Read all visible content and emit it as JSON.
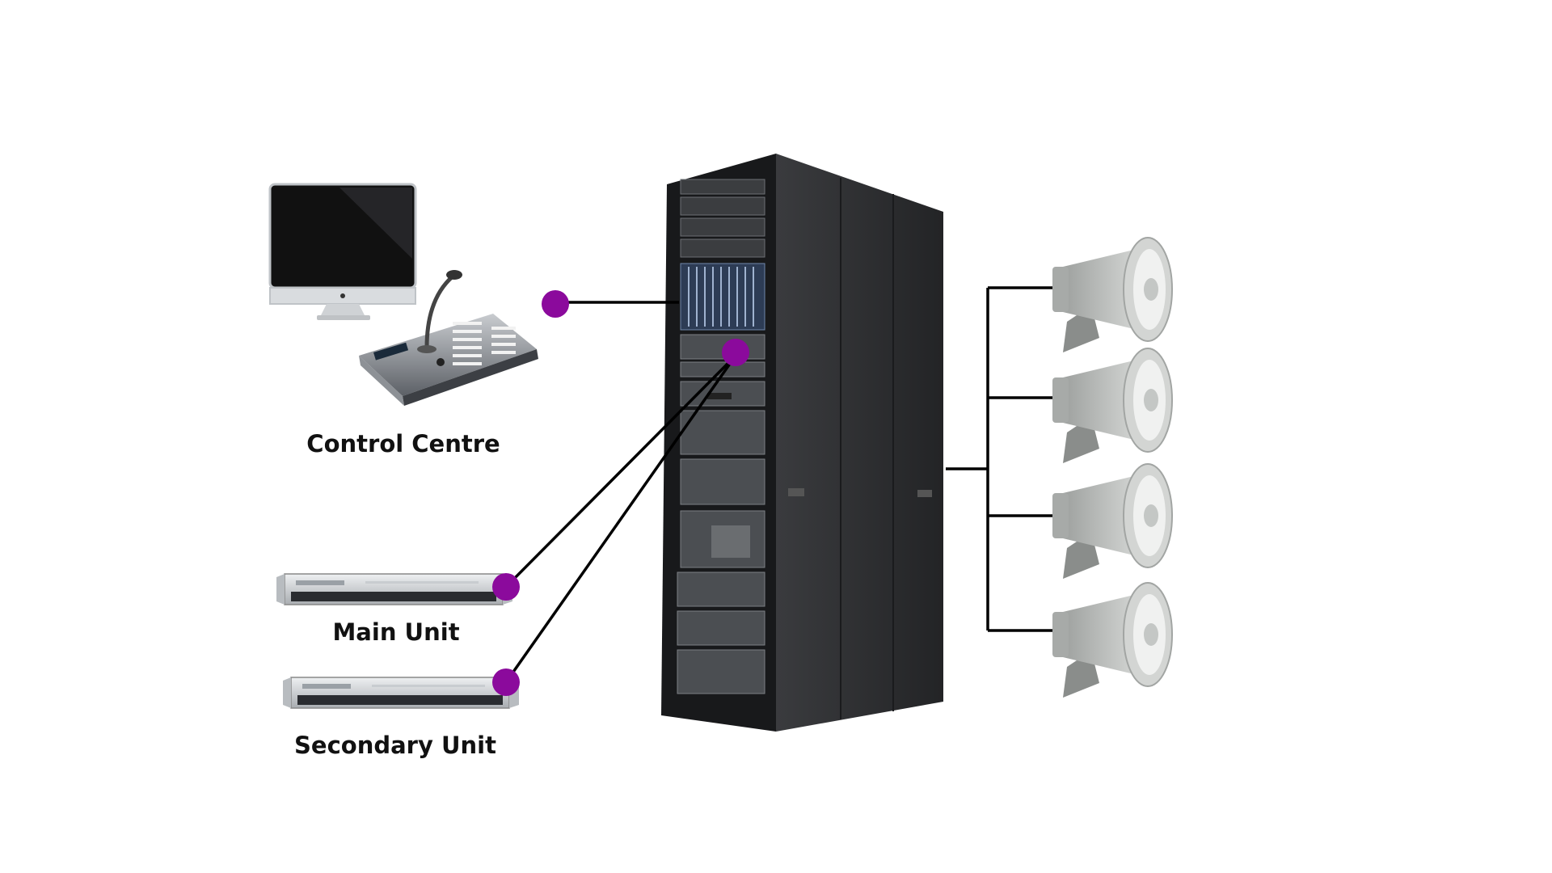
{
  "labels": {
    "control_centre": "Control Centre",
    "main_unit": "Main Unit",
    "secondary_unit": "Secondary Unit"
  },
  "components": {
    "control_centre": [
      "monitor-icon",
      "paging-console-icon"
    ],
    "rack": "server-rack-icon",
    "speakers": [
      "horn-speaker-icon",
      "horn-speaker-icon",
      "horn-speaker-icon",
      "horn-speaker-icon"
    ],
    "units": [
      "rack-unit-icon",
      "rack-unit-icon"
    ]
  },
  "colors": {
    "connector": "#8b0a9c",
    "line": "#000000",
    "rack": "#2b2c2f",
    "speaker": "#c9ccca"
  }
}
